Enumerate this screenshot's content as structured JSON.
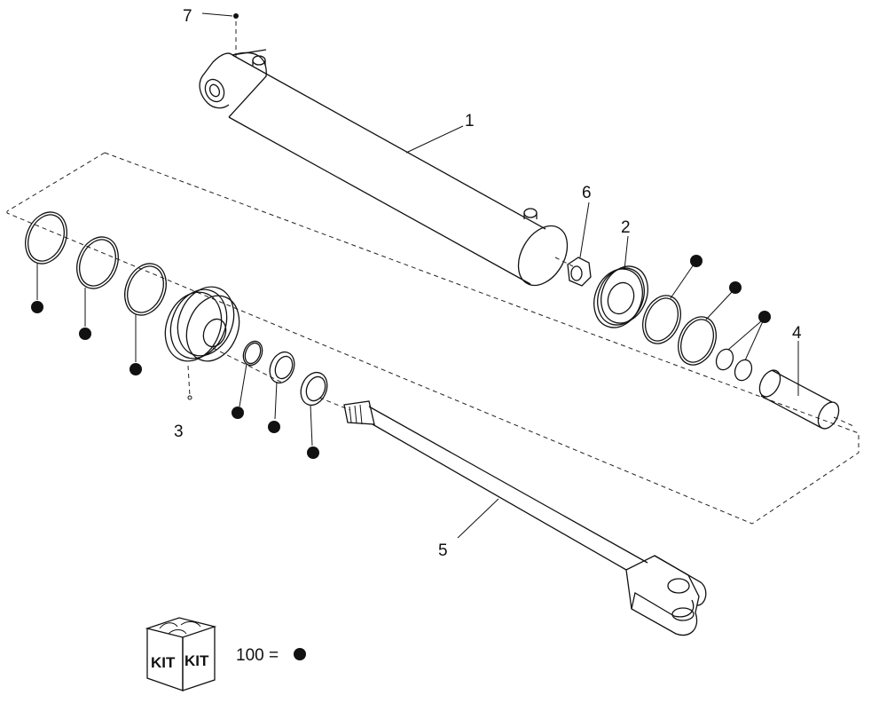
{
  "callouts": {
    "cylinder_barrel": "1",
    "gland": "2",
    "piston": "3",
    "spacer_tube": "4",
    "piston_rod": "5",
    "lock_nut": "6",
    "fitting": "7"
  },
  "kit": {
    "box_text_left": "KIT",
    "box_text_right": "KIT",
    "quantity_label": "100 ="
  }
}
